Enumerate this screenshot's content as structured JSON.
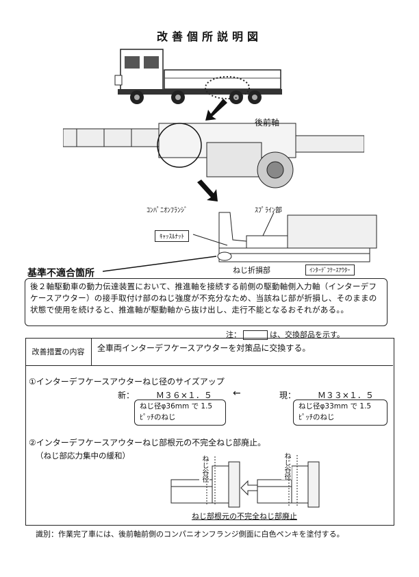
{
  "title": "改善個所説明図",
  "diagram_labels": {
    "rear_front_axle": "後前軸",
    "companion_flange": "ｺﾝﾊﾟﾆｵﾝﾌﾗﾝｼﾞ",
    "spline": "ｽﾌﾟﾗｲﾝ部",
    "castle_nut": "ｷｬｯｽﾙﾅｯﾄ",
    "thread_break": "ねじ折損部",
    "inter_diff": "ｲﾝﾀｰﾃﾞﾌｹｰｽｱｳﾀｰ"
  },
  "defect_heading": "基準不適合箇所",
  "defect_text": "後２軸駆動車の動力伝達装置において、推進軸を接続する前側の駆動軸側入力軸（インターデフケースアウター）の接手取付け部のねじ強度が不充分なため、当該ねじ部が折損し、そのままの状態で使用を続けると、推進軸が駆動軸から抜け出し、走行不能となるおそれがある。。",
  "legend": {
    "prefix": "注：",
    "suffix": "は、交換部品を示す。"
  },
  "measure": {
    "label": "改善措置の内容",
    "text": "全車両インターデフケースアウターを対策品に交換する。"
  },
  "step1": {
    "title": "①インターデフケースアウターねじ径のサイズアップ",
    "new_label": "新：",
    "new_spec": "Ｍ３６×１．５",
    "arrow": "←",
    "cur_label": "現：",
    "cur_spec": "Ｍ３３×１．５",
    "new_note1": "ねじ径φ36mm で 1.5",
    "new_note2": "ﾋﾟｯﾁのねじ",
    "cur_note1": "ねじ径φ33mm で 1.5",
    "cur_note2": "ﾋﾟｯﾁのねじ"
  },
  "step2": {
    "title": "②インターデフケースアウターねじ部根元の不完全ねじ部廃止。",
    "subtitle": "（ねじ部応力集中の緩和）",
    "left_label": "ねじ谷径",
    "right_label": "ねじ谷径",
    "caption": "ねじ部根元の不完全ねじ部廃止"
  },
  "identification": "識別：作業完了車には、後前軸前側のコンパニオンフランジ側面に白色ペンキを塗付する。"
}
